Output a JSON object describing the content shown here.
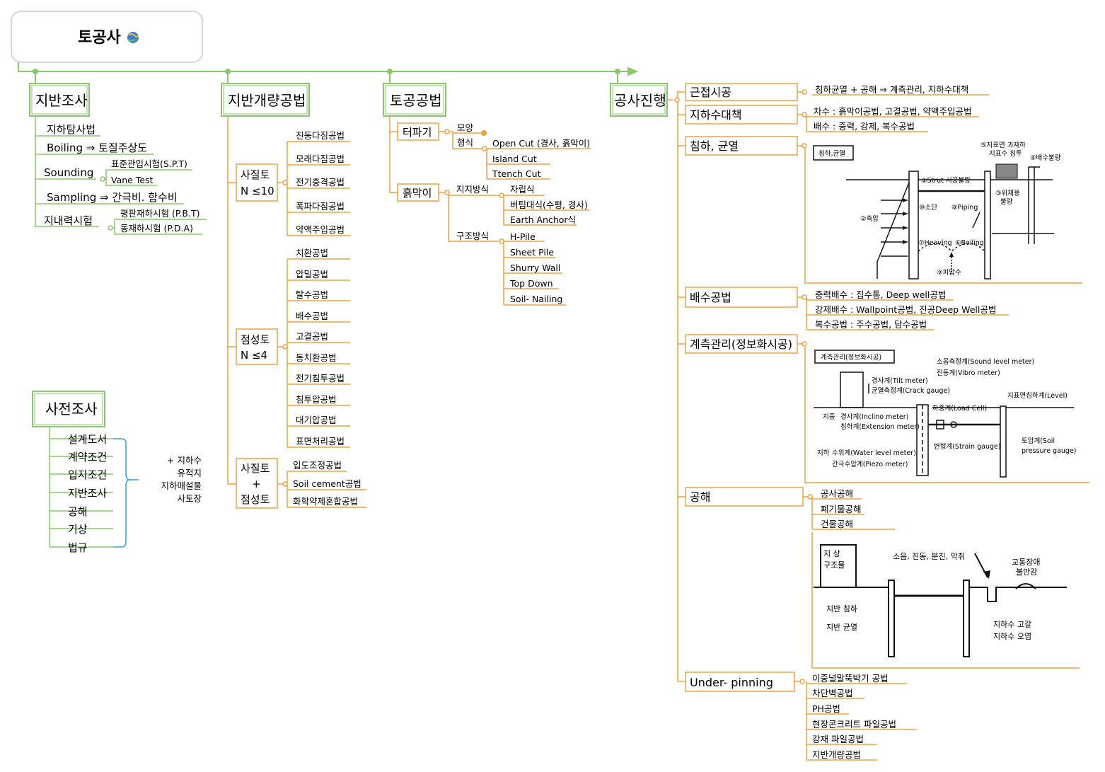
{
  "colors": {
    "green": "#8ac76e",
    "orange": "#f0a040",
    "blue": "#3a9fd8"
  },
  "root": {
    "title": "토공사",
    "icon": "globe-icon"
  },
  "investigation": {
    "title": "지반조사",
    "items": [
      "지하탐사법",
      "Boiling ⇒ 토질주상도",
      "Sounding",
      "Sampling ⇒ 간극비. 함수비",
      "지내력시험"
    ],
    "sounding_sub": [
      "표준관입시험(S.P.T)",
      "Vane Test"
    ],
    "bearing_sub": [
      "평판재하시험 (P.B.T)",
      "동재하시험 (P.D.A)"
    ]
  },
  "pre_survey": {
    "title": "사전조사",
    "items": [
      "설계도서",
      "계약조건",
      "입지조건",
      "지반조사",
      "공해",
      "기상",
      "법규"
    ],
    "note": [
      "+ 지하수",
      "유적지",
      "지하매설물",
      "사토장"
    ]
  },
  "improvement": {
    "title": "지반개량공법",
    "groups": [
      {
        "label": [
          "사질토",
          "N ≤10"
        ],
        "items": [
          "진동다짐공법",
          "모래다짐공법",
          "전기충격공법",
          "폭파다짐공법",
          "약액주입공법"
        ]
      },
      {
        "label": [
          "점성토",
          "N ≤4"
        ],
        "items": [
          "치환공법",
          "압밀공법",
          "탈수공법",
          "배수공법",
          "고결공법",
          "동치환공법",
          "전기침투공법",
          "침투압공법",
          "대기압공법",
          "표면처리공법"
        ]
      },
      {
        "label": [
          "사질토",
          "+",
          "점성토"
        ],
        "items": [
          "입도조정공법",
          "Soil cement공법",
          "화학약제혼합공법"
        ]
      }
    ]
  },
  "earthwork": {
    "title": "토공공법",
    "excavation": {
      "title": "터파기",
      "shape": "모양",
      "form": {
        "label": "형식",
        "items": [
          "Open Cut (경사, 흙막이)",
          "Island Cut",
          "Ttench Cut"
        ]
      }
    },
    "retaining": {
      "title": "흙막이",
      "support": {
        "label": "지지방식",
        "items": [
          "자립식",
          "버팀대식(수평, 경사)",
          "Earth Anchor식"
        ]
      },
      "structure": {
        "label": "구조방식",
        "items": [
          "H-Pile",
          "Sheet Pile",
          "Shurry Wall",
          "Top Down",
          "Soil- Nailing"
        ]
      }
    }
  },
  "progress": {
    "title": "공사진행",
    "near": {
      "label": "근접시공",
      "note": "침하균열 + 공해 ⇒ 계측관리, 지하수대책"
    },
    "groundwater": {
      "label": "지하수대책",
      "notes": [
        "차수 : 흙막이공법, 고결공법, 약액주입공법",
        "배수 : 중력, 강제, 복수공법"
      ]
    },
    "settlement": {
      "label": "침하, 균열",
      "figure": {
        "title": "침하,균열",
        "labels": [
          "⑤지표면 과재하",
          "지표수 침투",
          "④배수불량",
          "①Strut 시공불량",
          "③위채용",
          "불량",
          "⑩소단",
          "⑧Piping",
          "②측압",
          "⑦Heaving",
          "⑥Boiling",
          "⑨피압수"
        ]
      }
    },
    "drainage": {
      "label": "배수공법",
      "notes": [
        "중력배수 : 집수통, Deep well공법",
        "강제배수 : Wallpoint공법, 진공Deep Well공법",
        "복수공법 : 주수공법, 담수공법"
      ]
    },
    "monitoring": {
      "label": "계측관리(정보화시공)",
      "figure": {
        "title": "계측관리(정보화시공)",
        "labels": [
          "소음측정계(Sound level meter)",
          "진동계(Vibro meter)",
          "경사계(Tilt meter)",
          "균열측정계(Crack gauge)",
          "지표면침하계(Level)",
          "하중계(Load Cell)",
          "지중",
          "경사계(Inclino meter)",
          "침하계(Extension meter)",
          "변형계(Strain gauge)",
          "토압계(Soil",
          "pressure gauge)",
          "지하",
          "수위계(Water level meter)",
          "간극수압계(Piezo meter)"
        ]
      }
    },
    "pollution": {
      "label": "공해",
      "notes": [
        "공사공해",
        "폐기물공해",
        "건물공해"
      ],
      "figure": {
        "labels": [
          "지 상",
          "구조물",
          "소음, 진동, 분진, 악취",
          "교통장애",
          "불안감",
          "지반 침하",
          "지반 균열",
          "지하수 고갈",
          "지하수 오염"
        ]
      }
    },
    "underpinning": {
      "label": "Under- pinning",
      "notes": [
        "이중널말뚝박기 공법",
        "차단벽공법",
        "PH공법",
        "현장콘크리트 파일공법",
        "강재 파일공법",
        "지반개량공법"
      ]
    }
  }
}
